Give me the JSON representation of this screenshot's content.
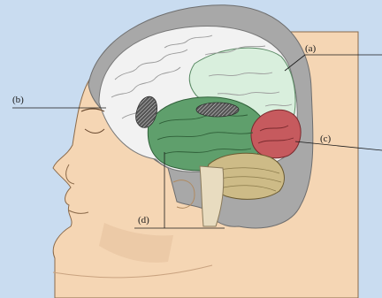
{
  "labels": {
    "a": "(a)",
    "b": "(b)",
    "c": "(c)",
    "d": "(d)"
  },
  "colors": {
    "background": "#c9dcf0",
    "skin": "#f5d6b4",
    "skull": "#a8a8a8",
    "cortex": "#f2f2f2",
    "parietal": "#d9efdd",
    "temporal": "#5f9f6c",
    "occipital": "#c65a5e",
    "cerebellum": "#cdbb87"
  }
}
